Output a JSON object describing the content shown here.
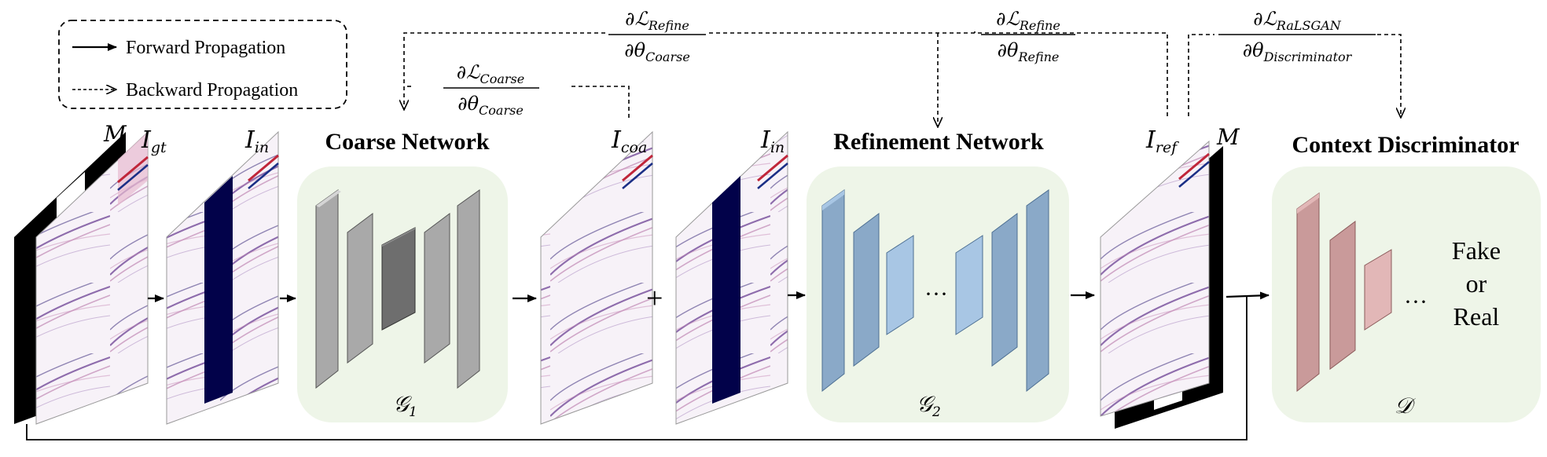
{
  "legend": {
    "forward": "Forward Propagation",
    "backward": "Backward Propagation"
  },
  "labels": {
    "mask_left": "M",
    "mask_right": "M",
    "i_gt_base": "I",
    "i_gt_sub": "gt",
    "i_in_base": "I",
    "i_in_sub": "in",
    "i_coa_base": "I",
    "i_coa_sub": "coa",
    "i_in2_base": "I",
    "i_in2_sub": "in",
    "i_ref_base": "I",
    "i_ref_sub": "ref",
    "plus": "+"
  },
  "networks": {
    "coarse_title": "Coarse Network",
    "coarse_symbol_base": "𝒢",
    "coarse_symbol_sub": "1",
    "refine_title": "Refinement Network",
    "refine_symbol_base": "𝒢",
    "refine_symbol_sub": "2",
    "disc_title": "Context Discriminator",
    "disc_symbol": "𝒟",
    "ellipsis": "···",
    "fake": "Fake",
    "or": "or",
    "real": "Real"
  },
  "gradients": {
    "grad1_num_base": "∂ℒ",
    "grad1_num_sub": "Refine",
    "grad1_den_base": "∂θ",
    "grad1_den_sub": "Coarse",
    "grad2_num_base": "∂ℒ",
    "grad2_num_sub": "Coarse",
    "grad2_den_base": "∂θ",
    "grad2_den_sub": "Coarse",
    "grad3_num_base": "∂ℒ",
    "grad3_num_sub": "Refine",
    "grad3_den_base": "∂θ",
    "grad3_den_sub": "Refine",
    "grad4_num_base": "∂ℒ",
    "grad4_num_sub": "RaLSGAN",
    "grad4_den_base": "∂θ",
    "grad4_den_sub": "Discriminator"
  },
  "colors": {
    "panel_bg": "#eef5e8",
    "coarse_front": "#a9a9a9",
    "coarse_dark": "#6e6e6e",
    "refine_front": "#8aa9c8",
    "refine_light": "#a8c6e4",
    "disc_front": "#c99a9a",
    "disc_light": "#e2b7b7",
    "seismic_blue": "#1b2f86",
    "seismic_red": "#c0263a",
    "mask_dark": "#02024a"
  }
}
